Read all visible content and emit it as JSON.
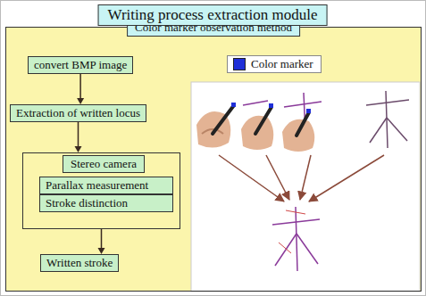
{
  "diagram": {
    "title": "Writing process extraction module",
    "nodes": [
      {
        "text": [
          "Color marker observation method"
        ]
      },
      {
        "text": [
          "convert BMP image"
        ],
        "in": 0
      },
      {
        "text": [
          "Extraction of written locus"
        ],
        "in": 0
      },
      {
        "text": [
          "Stereo camera"
        ],
        "in": 0
      },
      {
        "text": [
          "Parallax measurement"
        ],
        "in": 3
      },
      {
        "text": [
          "Stroke distinction"
        ],
        "in": 3
      },
      {
        "text": [
          "Written stroke"
        ],
        "in": 0
      }
    ],
    "edges": [
      {
        "from": 1,
        "to": 2,
        "arrow": "to"
      },
      {
        "from": 2,
        "to": 3,
        "arrow": "to"
      },
      {
        "from": 3,
        "to": 6,
        "arrow": "to"
      }
    ],
    "legend": [
      {
        "text": "Color marker",
        "color": "#1f2fd8"
      }
    ]
  }
}
